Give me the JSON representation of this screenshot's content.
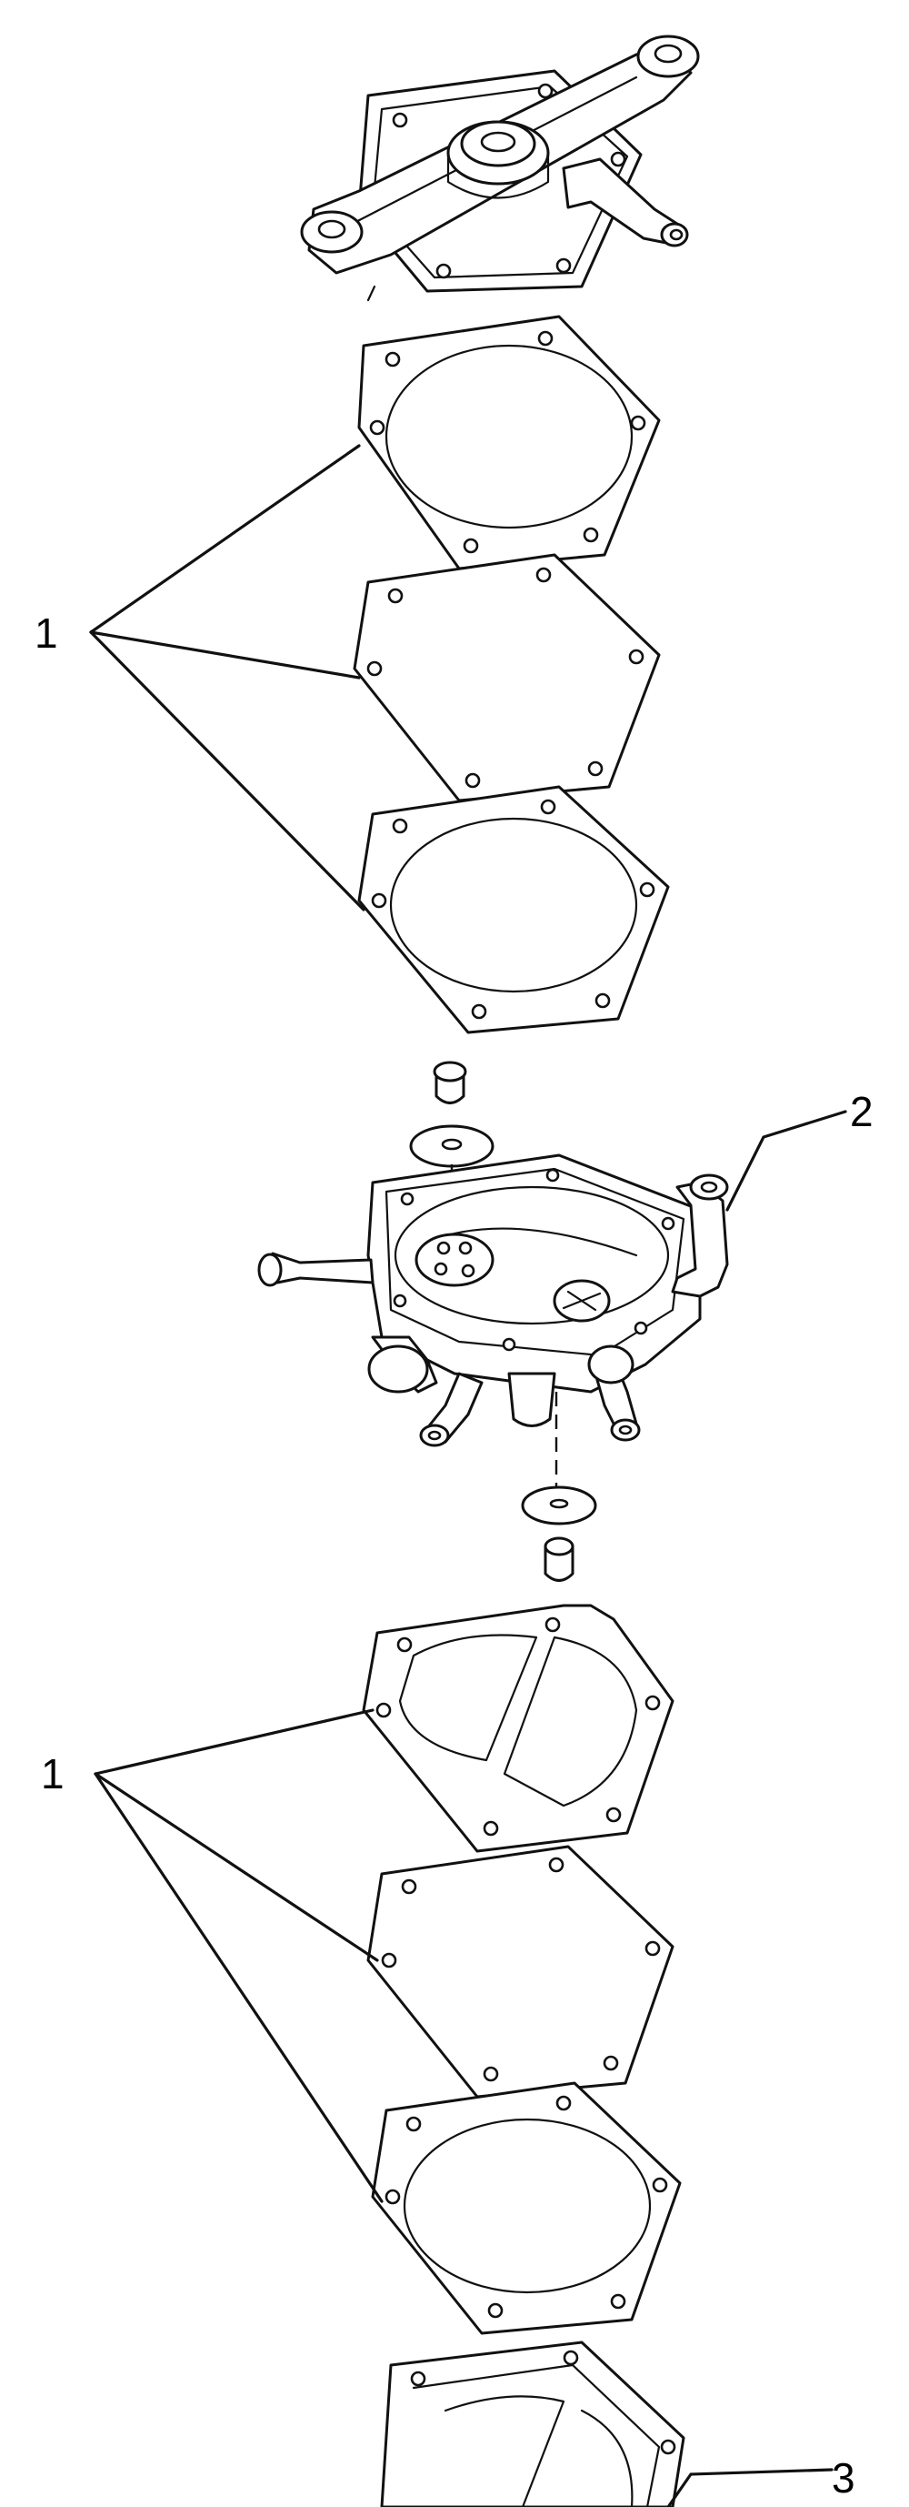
{
  "callouts": {
    "gaskets_upper": "1",
    "pump_body": "2",
    "gaskets_lower": "1",
    "screw": "3"
  }
}
